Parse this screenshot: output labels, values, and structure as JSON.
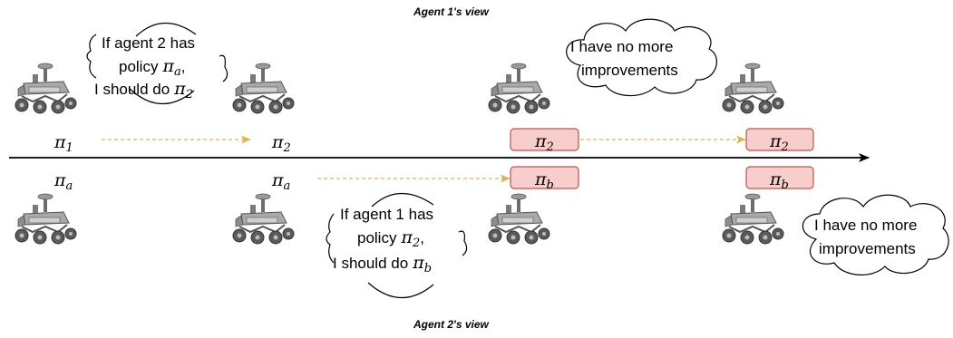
{
  "titles": {
    "agent1_view": "Agent 1's view",
    "agent2_view": "Agent 2's view"
  },
  "thoughts": {
    "agent1_speech": {
      "line1": "If agent 2 has",
      "line2": "policy",
      "line2_symbol": "π",
      "line2_sub": "a",
      "line2_end": ",",
      "line3": "I should do",
      "line3_symbol": "π",
      "line3_sub": "2"
    },
    "agent2_speech": {
      "line1": "If agent 1 has",
      "line2": "policy",
      "line2_symbol": "π",
      "line2_sub": "2",
      "line2_end": ",",
      "line3": "I should do",
      "line3_symbol": "π",
      "line3_sub": "b"
    },
    "cloud_top": {
      "line1": "I have no more",
      "line2": "improvements"
    },
    "cloud_bottom": {
      "line1": "I have no more",
      "line2": "improvements"
    }
  },
  "policies": {
    "agent1": [
      {
        "symbol": "π",
        "sub": "1"
      },
      {
        "symbol": "π",
        "sub": "2"
      },
      {
        "symbol": "π",
        "sub": "2"
      },
      {
        "symbol": "π",
        "sub": "2"
      }
    ],
    "agent2": [
      {
        "symbol": "π",
        "sub": "a"
      },
      {
        "symbol": "π",
        "sub": "a"
      },
      {
        "symbol": "π",
        "sub": "b"
      },
      {
        "symbol": "π",
        "sub": "b"
      }
    ]
  },
  "colors": {
    "timeline": "#000000",
    "dashed_arrow": "#d6b656",
    "box_fill": "#f8cecc",
    "box_stroke": "#b85450",
    "robot": "#8a8a8a"
  },
  "icons": {
    "robot": "rover-robot-icon"
  }
}
